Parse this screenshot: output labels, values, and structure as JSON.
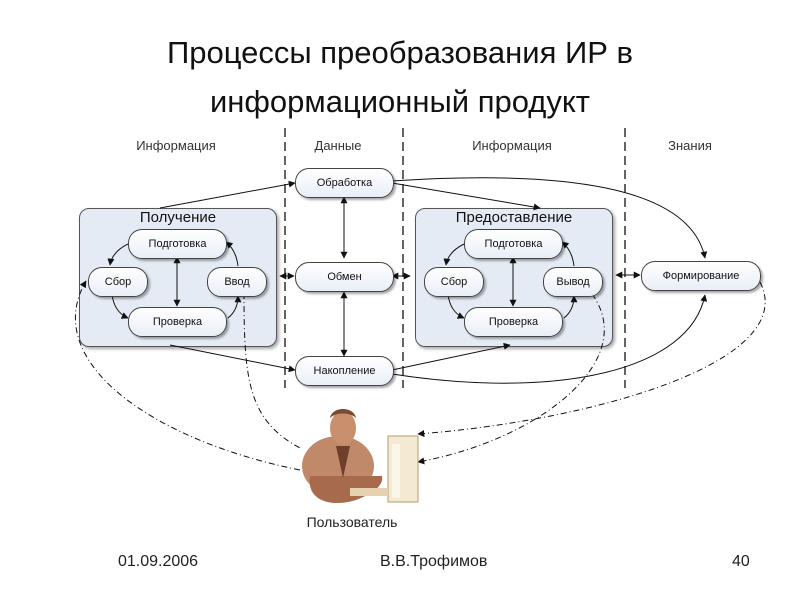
{
  "title": {
    "line1": "Процессы преобразования ИР в",
    "line2": "информационный продукт"
  },
  "columns": [
    "Информация",
    "Данные",
    "Информация",
    "Знания"
  ],
  "groups": {
    "left": {
      "title": "Получение",
      "nodes": {
        "prep": "Подготовка",
        "collect": "Сбор",
        "input": "Ввод",
        "check": "Проверка"
      }
    },
    "right": {
      "title": "Предоставление",
      "nodes": {
        "prep": "Подготовка",
        "collect": "Сбор",
        "output": "Вывод",
        "check": "Проверка"
      }
    }
  },
  "center_nodes": {
    "processing": "Обработка",
    "exchange": "Обмен",
    "accumulation": "Накопление"
  },
  "knowledge_node": "Формирование",
  "user_label": "Пользователь",
  "footer": {
    "date": "01.09.2006",
    "author": "В.В.Трофимов",
    "page": "40"
  }
}
